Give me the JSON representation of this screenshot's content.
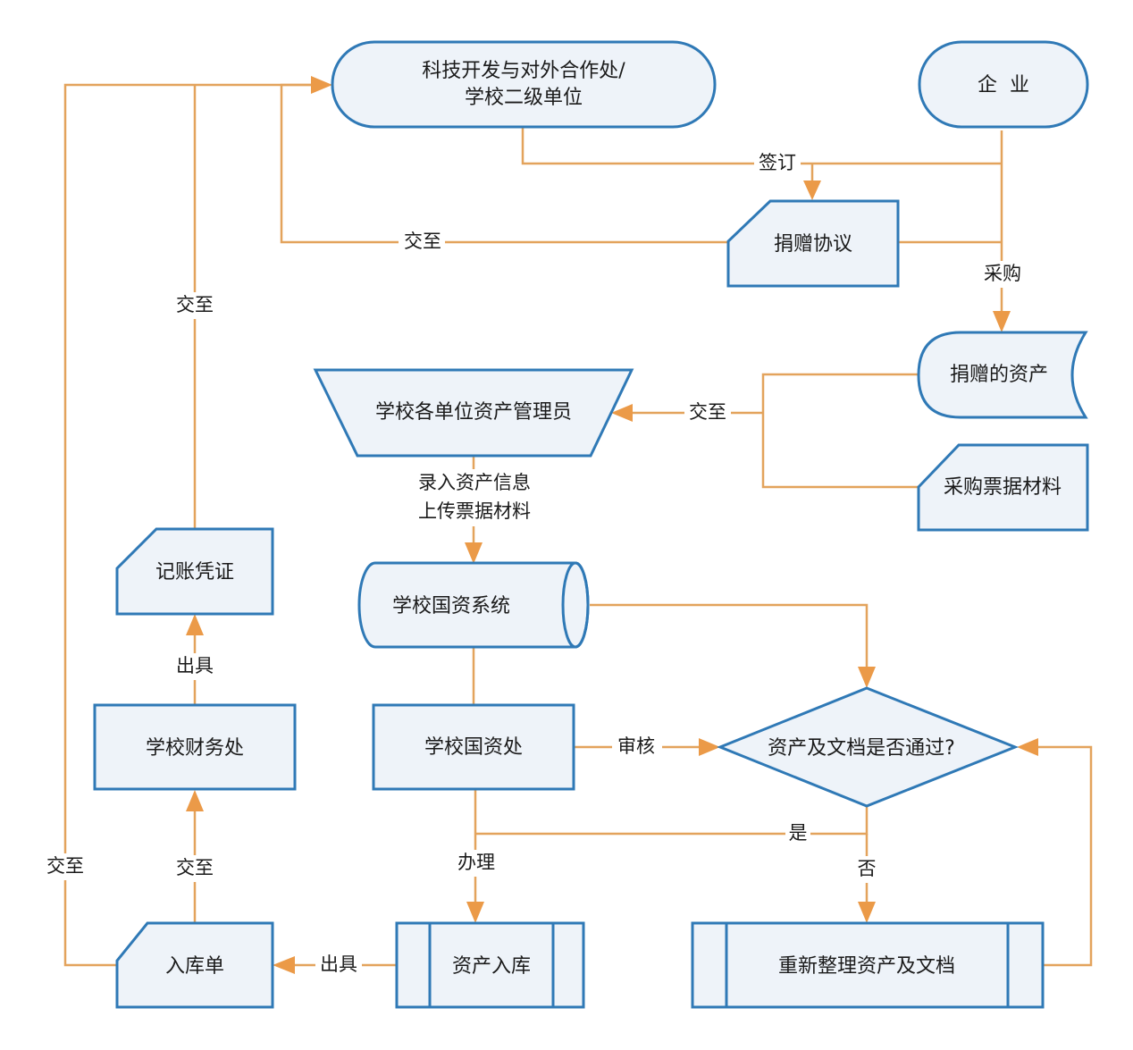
{
  "diagram": {
    "type": "flowchart",
    "colors": {
      "node_fill": "#eef3f9",
      "node_stroke": "#2f79b6",
      "edge": "#e3a35c",
      "arrow": "#eb9a48",
      "text": "#1a1a1a"
    },
    "nodes": {
      "tech_office": {
        "line1": "科技开发与对外合作处/",
        "line2": "学校二级单位",
        "shape": "terminator"
      },
      "enterprise": {
        "label": "企  业",
        "shape": "terminator"
      },
      "donation_agreement": {
        "label": "捐赠协议",
        "shape": "card"
      },
      "donated_assets": {
        "label": "捐赠的资产",
        "shape": "stored-data"
      },
      "purchase_receipts": {
        "label": "采购票据材料",
        "shape": "card"
      },
      "unit_asset_admin": {
        "label": "学校各单位资产管理员",
        "shape": "manual-operation"
      },
      "asset_system": {
        "label": "学校国资系统",
        "shape": "direct-access-storage"
      },
      "state_asset_office": {
        "label": "学校国资处",
        "shape": "process"
      },
      "decision": {
        "label": "资产及文档是否通过?",
        "shape": "decision"
      },
      "reorganize": {
        "label": "重新整理资产及文档",
        "shape": "predefined-process"
      },
      "asset_storage": {
        "label": "资产入库",
        "shape": "predefined-process"
      },
      "storage_receipt": {
        "label": "入库单",
        "shape": "card"
      },
      "finance_office": {
        "label": "学校财务处",
        "shape": "process"
      },
      "accounting_voucher": {
        "label": "记账凭证",
        "shape": "card"
      }
    },
    "edge_labels": {
      "sign": "签订",
      "purchase": "采购",
      "deliver_agreement": "交至",
      "deliver_assets": "交至",
      "deliver_voucher": "交至",
      "input_line1": "录入资产信息",
      "input_line2": "上传票据材料",
      "review": "审核",
      "yes": "是",
      "no": "否",
      "handle": "办理",
      "issue_receipt": "出具",
      "deliver_receipt_finance": "交至",
      "deliver_receipt_office": "交至",
      "issue_voucher": "出具"
    }
  }
}
